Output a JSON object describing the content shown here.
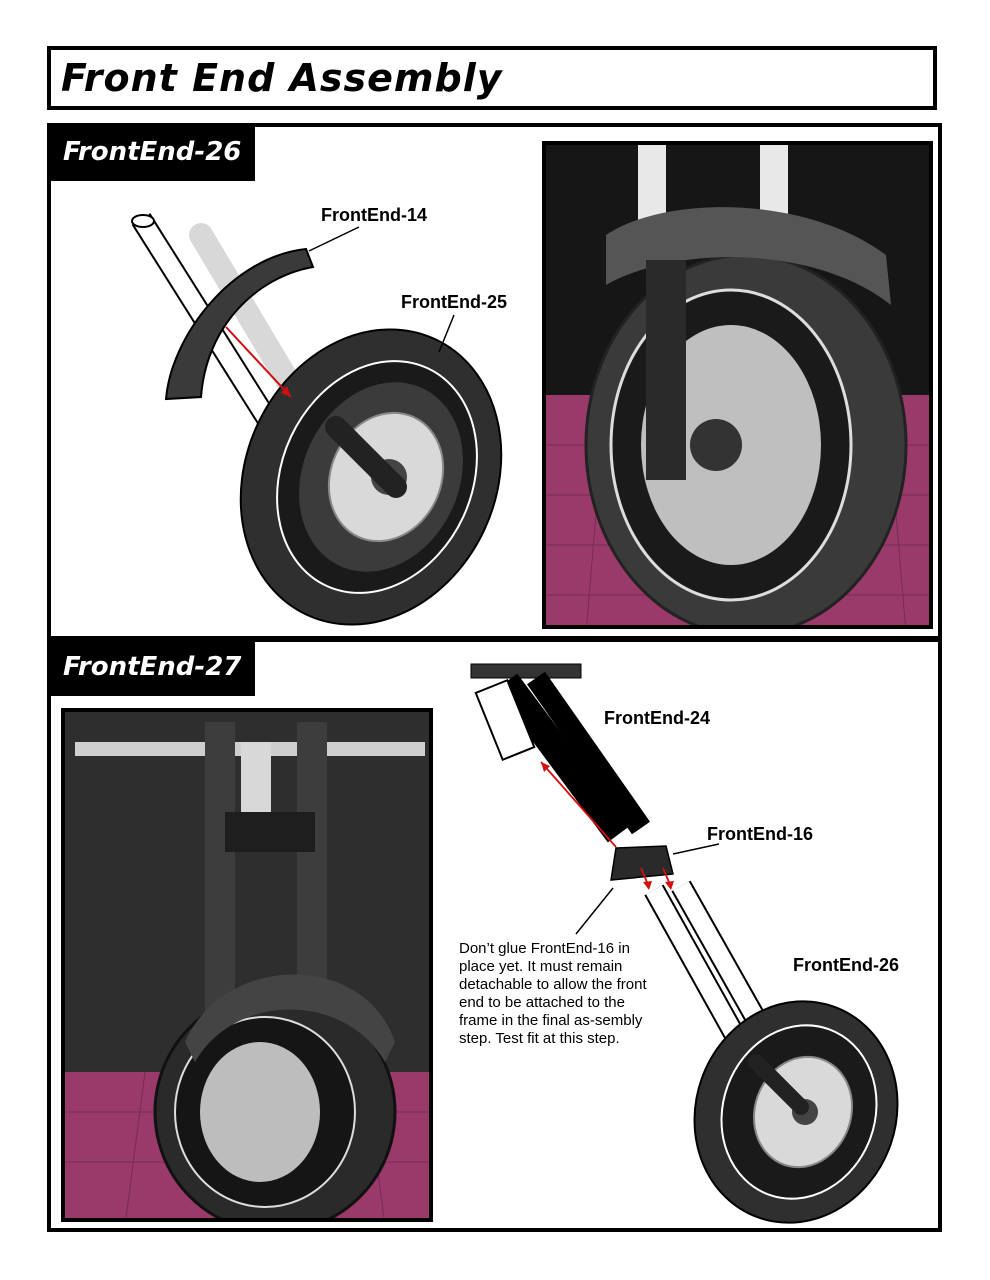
{
  "page": {
    "title": "Front End Assembly"
  },
  "step26": {
    "tag": "FrontEnd-26",
    "callouts": {
      "part_a": "FrontEnd-14",
      "part_b": "FrontEnd-25"
    },
    "photo_icon": "wheel-photo-icon"
  },
  "step27": {
    "tag": "FrontEnd-27",
    "callouts": {
      "part_a": "FrontEnd-24",
      "part_b": "FrontEnd-16",
      "part_c": "FrontEnd-26"
    },
    "note": "Don’t glue FrontEnd-16 in place yet.  It must remain detachable to allow the front end to be attached to the frame in the final as-sembly step.  Test fit at this step."
  },
  "colors": {
    "arrow": "#d01010",
    "mat": "#9a3a6a",
    "tire": "#2a2a2a"
  }
}
